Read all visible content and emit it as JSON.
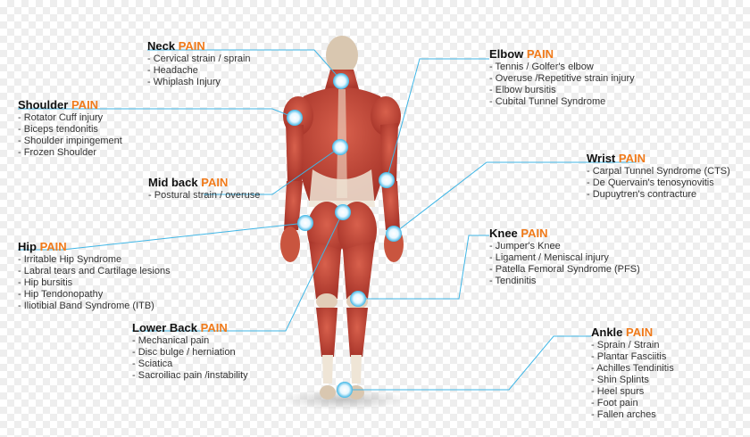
{
  "pain_word": "PAIN",
  "colors": {
    "accent": "#f07a1a",
    "connector": "#3fb6e6",
    "muscle": "#c44a3a",
    "tendon": "#efe5d6"
  },
  "regions": {
    "neck": {
      "title": "Neck",
      "items": [
        "Cervical strain / sprain",
        "Headache",
        "Whiplash Injury"
      ]
    },
    "shoulder": {
      "title": "Shoulder",
      "items": [
        "Rotator Cuff injury",
        "Biceps tendonitis",
        "Shoulder impingement",
        "Frozen Shoulder"
      ]
    },
    "midback": {
      "title": "Mid back",
      "items": [
        "Postural strain / overuse"
      ]
    },
    "hip": {
      "title": "Hip",
      "items": [
        "Irritable Hip Syndrome",
        "Labral tears and Cartilage lesions",
        "Hip bursitis",
        "Hip Tendonopathy",
        "Iliotibial Band Syndrome (ITB)"
      ]
    },
    "lowerback": {
      "title": "Lower Back",
      "items": [
        "Mechanical pain",
        "Disc bulge / herniation",
        "Sciatica",
        "Sacroiliac pain /instability"
      ]
    },
    "elbow": {
      "title": "Elbow",
      "items": [
        "Tennis / Golfer's elbow",
        "Overuse /Repetitive strain injury",
        "Elbow bursitis",
        "Cubital Tunnel Syndrome"
      ]
    },
    "wrist": {
      "title": "Wrist",
      "items": [
        "Carpal Tunnel Syndrome (CTS)",
        "De Quervain's tenosynovitis",
        "Dupuytren's contracture"
      ]
    },
    "knee": {
      "title": "Knee",
      "items": [
        "Jumper's Knee",
        "Ligament / Meniscal injury",
        "Patella Femoral Syndrome (PFS)",
        "Tendinitis"
      ]
    },
    "ankle": {
      "title": "Ankle",
      "items": [
        "Sprain / Strain",
        "Plantar Fasciitis",
        "Achilles Tendinitis",
        "Shin Splints",
        "Heel spurs",
        "Foot pain",
        "Fallen arches"
      ]
    }
  }
}
